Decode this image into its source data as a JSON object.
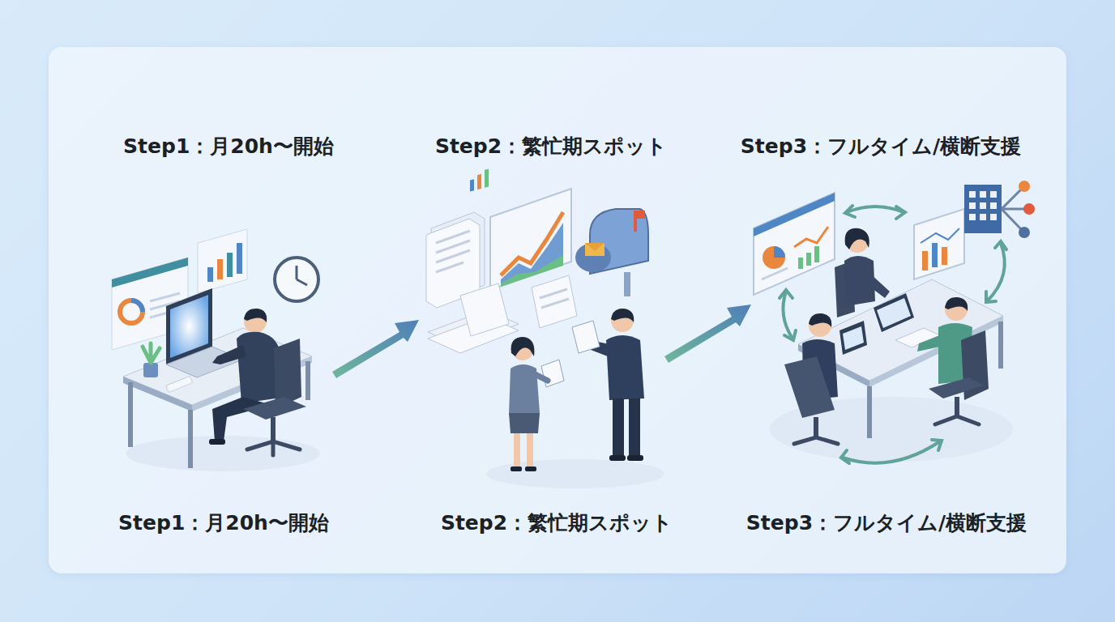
{
  "diagram": {
    "labels": [
      "Step1：月20h〜開始",
      "Step2：繁忙期スポット",
      "Step3：フルタイム/横断支援",
      "Step1：月20h〜開始",
      "Step2：繁忙期スポット",
      "Step3：フルタイム/横断支援"
    ]
  }
}
